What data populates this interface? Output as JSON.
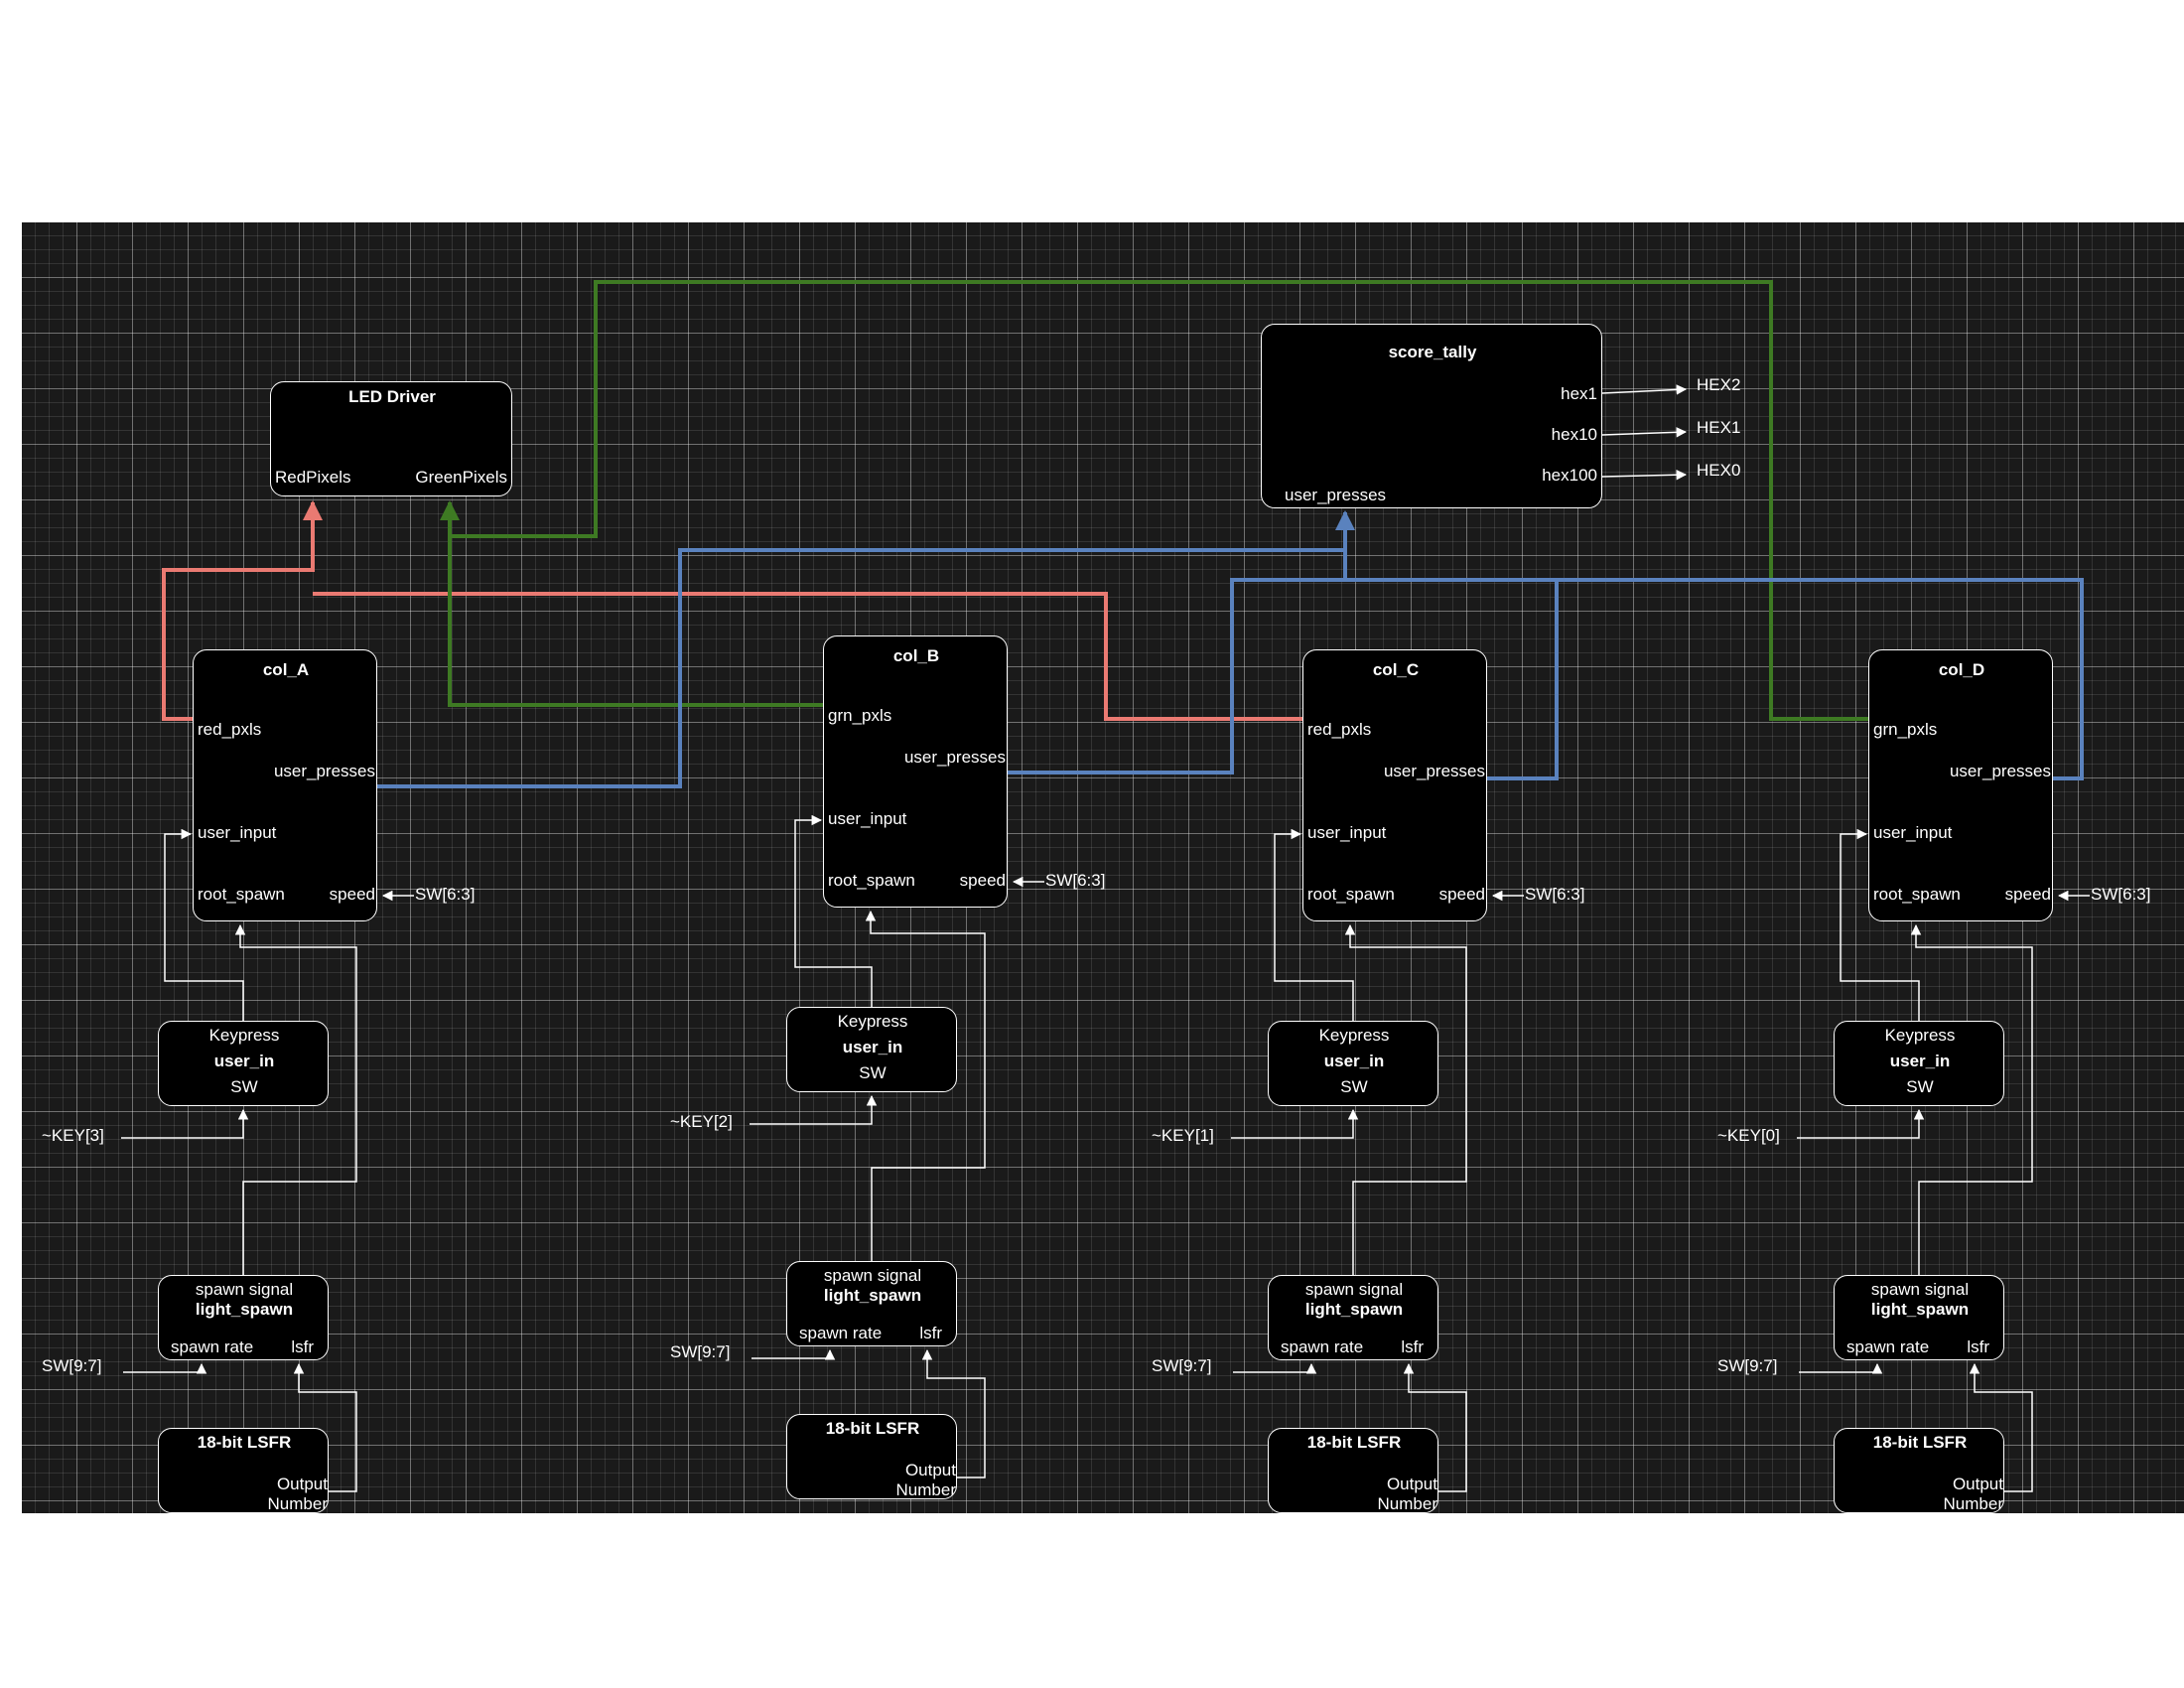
{
  "colors": {
    "red": "#ea7a72",
    "green": "#3e7a23",
    "blue": "#5a82be",
    "wire": "#ffffff",
    "bg": "#1a1a1a"
  },
  "led_driver": {
    "title": "LED Driver",
    "red_port": "RedPixels",
    "green_port": "GreenPixels"
  },
  "score_tally": {
    "title": "score_tally",
    "port_in": "user_presses",
    "outputs": [
      {
        "port": "hex1",
        "target": "HEX2"
      },
      {
        "port": "hex10",
        "target": "HEX1"
      },
      {
        "port": "hex100",
        "target": "HEX0"
      }
    ]
  },
  "columns": [
    {
      "name": "col_A",
      "pixel_port": "red_pxls",
      "presses_port": "user_presses",
      "input_port": "user_input",
      "spawn_port": "root_spawn",
      "speed_port": "speed",
      "speed_signal": "SW[6:3]",
      "key_signal": "~KEY[3]",
      "rate_signal": "SW[9:7]"
    },
    {
      "name": "col_B",
      "pixel_port": "grn_pxls",
      "presses_port": "user_presses",
      "input_port": "user_input",
      "spawn_port": "root_spawn",
      "speed_port": "speed",
      "speed_signal": "SW[6:3]",
      "key_signal": "~KEY[2]",
      "rate_signal": "SW[9:7]"
    },
    {
      "name": "col_C",
      "pixel_port": "red_pxls",
      "presses_port": "user_presses",
      "input_port": "user_input",
      "spawn_port": "root_spawn",
      "speed_port": "speed",
      "speed_signal": "SW[6:3]",
      "key_signal": "~KEY[1]",
      "rate_signal": "SW[9:7]"
    },
    {
      "name": "col_D",
      "pixel_port": "grn_pxls",
      "presses_port": "user_presses",
      "input_port": "user_input",
      "spawn_port": "root_spawn",
      "speed_port": "speed",
      "speed_signal": "SW[6:3]",
      "key_signal": "~KEY[0]",
      "rate_signal": "SW[9:7]"
    }
  ],
  "keypress": {
    "top": "Keypress",
    "name": "user_in",
    "port": "SW"
  },
  "spawn": {
    "top": "spawn signal",
    "name": "light_spawn",
    "rate_port": "spawn rate",
    "lsfr_port": "lsfr"
  },
  "lsfr": {
    "title": "18-bit LSFR",
    "out_line1": "Output",
    "out_line2": "Number"
  }
}
